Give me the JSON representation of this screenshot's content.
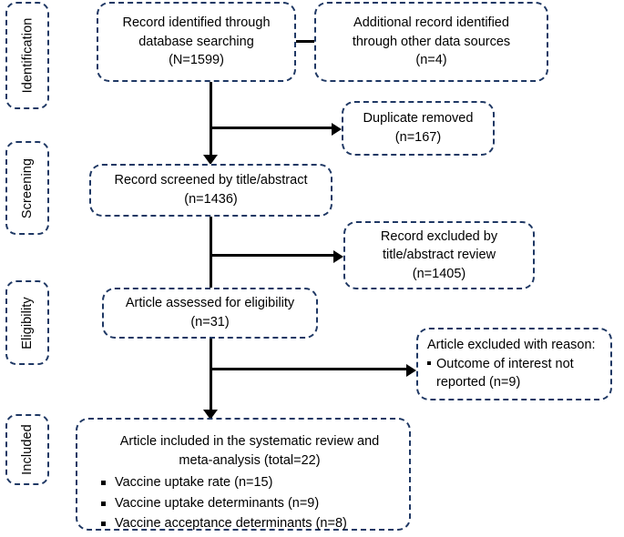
{
  "diagram": {
    "title": "PRISMA study selection flow diagram",
    "border_color": "#1f3864",
    "line_color": "#000000",
    "stages": [
      {
        "id": "identification",
        "label": "Identification"
      },
      {
        "id": "screening",
        "label": "Screening"
      },
      {
        "id": "eligibility",
        "label": "Eligibility"
      },
      {
        "id": "included",
        "label": "Included"
      }
    ],
    "nodes": {
      "records_database": {
        "lines": [
          "Record identified through",
          "database searching",
          "(N=1599)"
        ]
      },
      "records_other_sources": {
        "lines": [
          "Additional record identified",
          "through other data sources",
          "(n=4)"
        ]
      },
      "duplicates_removed": {
        "lines": [
          "Duplicate removed",
          "(n=167)"
        ]
      },
      "records_screened": {
        "lines": [
          "Record screened by title/abstract",
          "(n=1436)"
        ]
      },
      "records_excluded": {
        "lines": [
          "Record excluded by",
          "title/abstract review",
          "(n=1405)"
        ]
      },
      "articles_assessed": {
        "lines": [
          "Article assessed for eligibility",
          "(n=31)"
        ]
      },
      "articles_excluded_reason": {
        "heading": "Article excluded with reason:",
        "bullet": "Outcome of interest not",
        "continuation": "reported (n=9)"
      },
      "articles_included": {
        "heading_lines": [
          "Article included in the systematic review and",
          "meta-analysis (total=22)"
        ],
        "items": [
          "Vaccine uptake rate (n=15)",
          "Vaccine uptake determinants (n=9)",
          "Vaccine acceptance determinants (n=8)"
        ]
      }
    }
  }
}
